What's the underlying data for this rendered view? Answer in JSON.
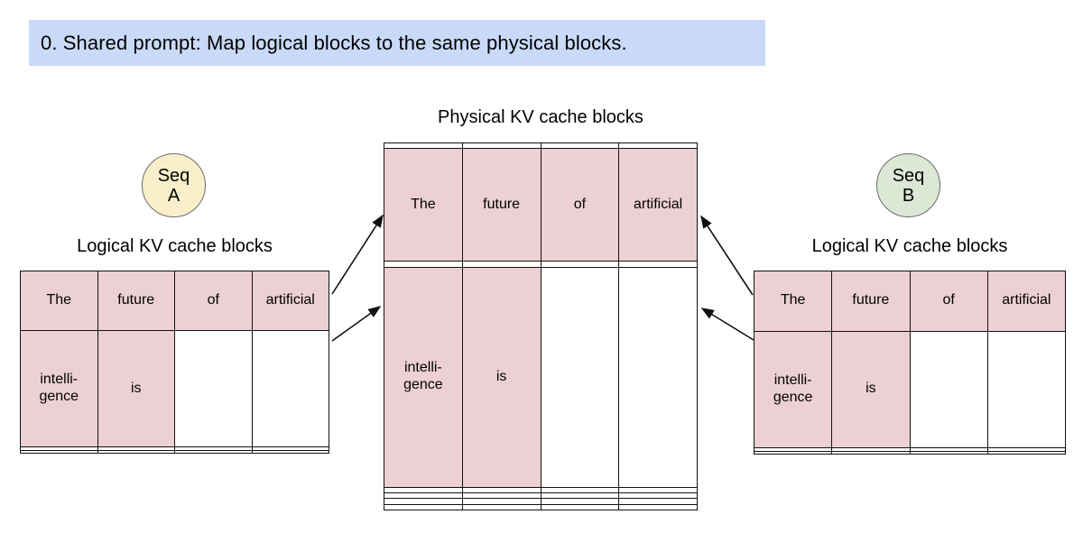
{
  "banner": {
    "text": "0. Shared prompt: Map logical blocks to the same physical blocks."
  },
  "colors": {
    "banner_bg": "#c9daf8",
    "highlight": "#ecd0d3",
    "seq_a_bg": "#f9f0cb",
    "seq_b_bg": "#dce8d5",
    "border": "#111111"
  },
  "seq_a": {
    "line1": "Seq",
    "line2": "A"
  },
  "seq_b": {
    "line1": "Seq",
    "line2": "B"
  },
  "titles": {
    "physical": "Physical KV cache blocks",
    "logical_left": "Logical KV cache blocks",
    "logical_right": "Logical KV cache blocks"
  },
  "tables": {
    "physical": {
      "rows": [
        [
          {
            "t": "",
            "f": false
          },
          {
            "t": "",
            "f": false
          },
          {
            "t": "",
            "f": false
          },
          {
            "t": "",
            "f": false
          }
        ],
        [
          {
            "t": "The",
            "f": true
          },
          {
            "t": "future",
            "f": true
          },
          {
            "t": "of",
            "f": true
          },
          {
            "t": "artificial",
            "f": true
          }
        ],
        [
          {
            "t": "",
            "f": false
          },
          {
            "t": "",
            "f": false
          },
          {
            "t": "",
            "f": false
          },
          {
            "t": "",
            "f": false
          }
        ],
        [
          {
            "t": "intelli-\ngence",
            "f": true
          },
          {
            "t": "is",
            "f": true
          },
          {
            "t": "",
            "f": false
          },
          {
            "t": "",
            "f": false
          }
        ],
        [
          {
            "t": "",
            "f": false
          },
          {
            "t": "",
            "f": false
          },
          {
            "t": "",
            "f": false
          },
          {
            "t": "",
            "f": false
          }
        ],
        [
          {
            "t": "",
            "f": false
          },
          {
            "t": "",
            "f": false
          },
          {
            "t": "",
            "f": false
          },
          {
            "t": "",
            "f": false
          }
        ],
        [
          {
            "t": "",
            "f": false
          },
          {
            "t": "",
            "f": false
          },
          {
            "t": "",
            "f": false
          },
          {
            "t": "",
            "f": false
          }
        ],
        [
          {
            "t": "",
            "f": false
          },
          {
            "t": "",
            "f": false
          },
          {
            "t": "",
            "f": false
          },
          {
            "t": "",
            "f": false
          }
        ]
      ]
    },
    "logical_a": {
      "rows": [
        [
          {
            "t": "The",
            "f": true
          },
          {
            "t": "future",
            "f": true
          },
          {
            "t": "of",
            "f": true
          },
          {
            "t": "artificial",
            "f": true
          }
        ],
        [
          {
            "t": "intelli-\ngence",
            "f": true
          },
          {
            "t": "is",
            "f": true
          },
          {
            "t": "",
            "f": false
          },
          {
            "t": "",
            "f": false
          }
        ],
        [
          {
            "t": "",
            "f": false
          },
          {
            "t": "",
            "f": false
          },
          {
            "t": "",
            "f": false
          },
          {
            "t": "",
            "f": false
          }
        ],
        [
          {
            "t": "",
            "f": false
          },
          {
            "t": "",
            "f": false
          },
          {
            "t": "",
            "f": false
          },
          {
            "t": "",
            "f": false
          }
        ]
      ]
    },
    "logical_b": {
      "rows": [
        [
          {
            "t": "The",
            "f": true
          },
          {
            "t": "future",
            "f": true
          },
          {
            "t": "of",
            "f": true
          },
          {
            "t": "artificial",
            "f": true
          }
        ],
        [
          {
            "t": "intelli-\ngence",
            "f": true
          },
          {
            "t": "is",
            "f": true
          },
          {
            "t": "",
            "f": false
          },
          {
            "t": "",
            "f": false
          }
        ],
        [
          {
            "t": "",
            "f": false
          },
          {
            "t": "",
            "f": false
          },
          {
            "t": "",
            "f": false
          },
          {
            "t": "",
            "f": false
          }
        ],
        [
          {
            "t": "",
            "f": false
          },
          {
            "t": "",
            "f": false
          },
          {
            "t": "",
            "f": false
          },
          {
            "t": "",
            "f": false
          }
        ]
      ]
    }
  }
}
